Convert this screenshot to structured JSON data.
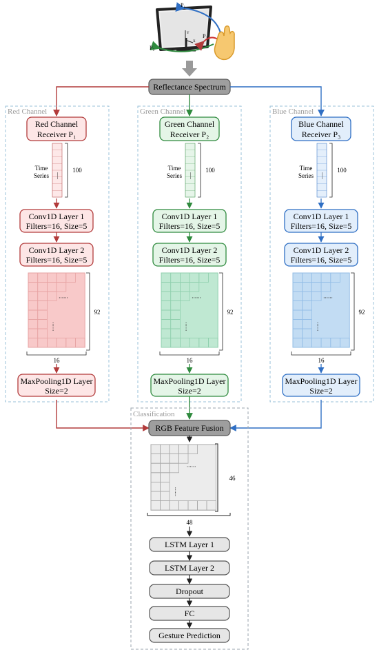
{
  "figure": {
    "device_labels": {
      "p1": "P₁",
      "p2": "P₂",
      "p3": "P₃"
    },
    "top_box": "Reflectance Spectrum",
    "channels": [
      {
        "key": "red",
        "group_label": "Red Channel",
        "receiver_line1": "Red Channel",
        "receiver_line2": "Receiver  P₁",
        "time_series_line1": "Time",
        "time_series_line2": "Series",
        "ts_length": "100",
        "conv1_line1": "Conv1D Layer 1",
        "conv1_line2": "Filters=16, Size=5",
        "conv2_line1": "Conv1D Layer 2",
        "conv2_line2": "Filters=16, Size=5",
        "map_height": "92",
        "map_width": "16",
        "pool_line1": "MaxPooling1D Layer",
        "pool_line2": "Size=2",
        "colors": {
          "stroke": "#b23b3b",
          "fill": "#fde6e6",
          "grid_fill": "#f8c9c9",
          "grid_line": "#e7a3a3"
        }
      },
      {
        "key": "green",
        "group_label": "Green Channel",
        "receiver_line1": "Green Channel",
        "receiver_line2": "Receiver  P₂",
        "time_series_line1": "Time",
        "time_series_line2": "Series",
        "ts_length": "100",
        "conv1_line1": "Conv1D Layer 1",
        "conv1_line2": "Filters=16, Size=5",
        "conv2_line1": "Conv1D Layer 2",
        "conv2_line2": "Filters=16, Size=5",
        "map_height": "92",
        "map_width": "16",
        "pool_line1": "MaxPooling1D Layer",
        "pool_line2": "Size=2",
        "colors": {
          "stroke": "#2f8a3e",
          "fill": "#e4f5e7",
          "grid_fill": "#bfe8d2",
          "grid_line": "#8fcfad"
        }
      },
      {
        "key": "blue",
        "group_label": "Blue Channel",
        "receiver_line1": "Blue Channel",
        "receiver_line2": "Receiver  P₃",
        "time_series_line1": "Time",
        "time_series_line2": "Series",
        "ts_length": "100",
        "conv1_line1": "Conv1D Layer 1",
        "conv1_line2": "Filters=16, Size=5",
        "conv2_line1": "Conv1D Layer 2",
        "conv2_line2": "Filters=16, Size=5",
        "map_height": "92",
        "map_width": "16",
        "pool_line1": "MaxPooling1D Layer",
        "pool_line2": "Size=2",
        "colors": {
          "stroke": "#2f6fc4",
          "fill": "#e2eefb",
          "grid_fill": "#c2dcf3",
          "grid_line": "#93bde6"
        }
      }
    ],
    "classification": {
      "group_label": "Classification",
      "fusion": "RGB Feature Fusion",
      "map_height": "46",
      "map_width": "48",
      "steps": [
        "LSTM Layer 1",
        "LSTM Layer 2",
        "Dropout",
        "FC",
        "Gesture Prediction"
      ]
    },
    "colors": {
      "gray_box": "#9e9e9e",
      "gray_light": "#e6e6e6",
      "dashed": "#9aa3ad"
    }
  }
}
